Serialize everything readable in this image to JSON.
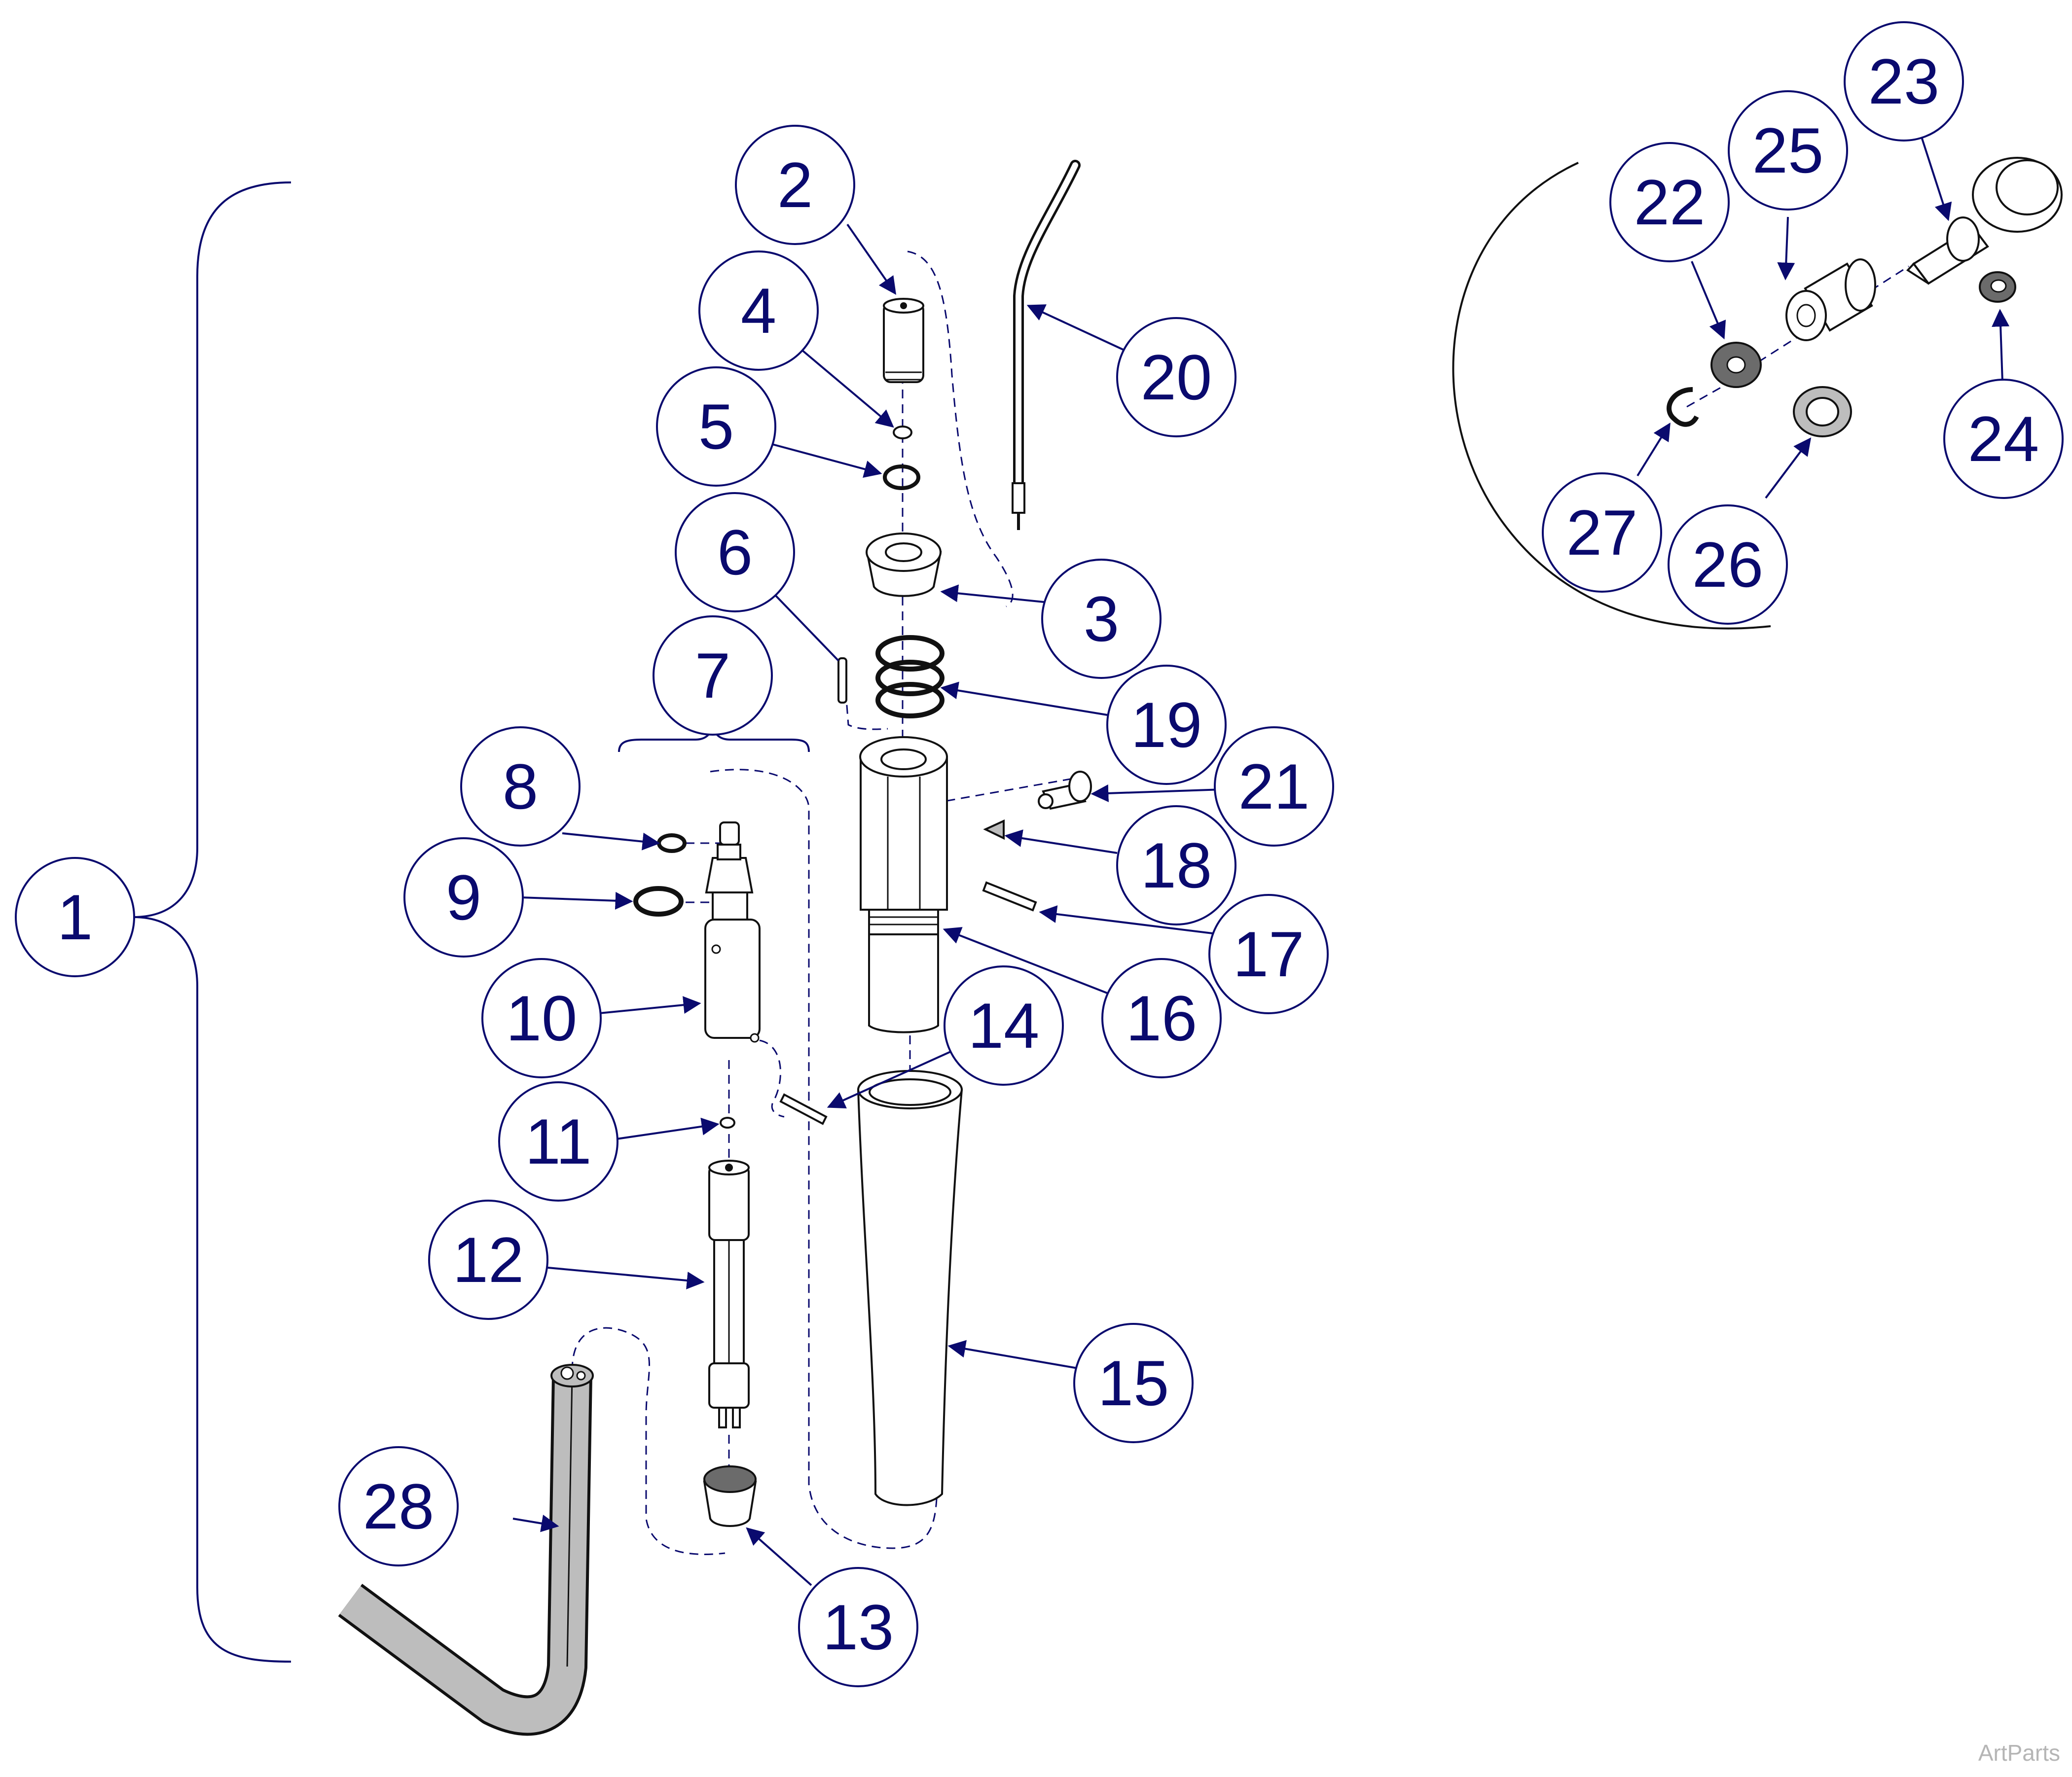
{
  "callouts": [
    "1",
    "2",
    "3",
    "4",
    "5",
    "6",
    "7",
    "8",
    "9",
    "10",
    "11",
    "12",
    "13",
    "14",
    "15",
    "16",
    "17",
    "18",
    "19",
    "20",
    "21",
    "22",
    "23",
    "24",
    "25",
    "26",
    "27",
    "28"
  ],
  "watermark": "ArtParts",
  "colors": {
    "callout": "#0a0a6e",
    "part_stroke": "#111111",
    "hose": "#bdbdbd",
    "watermark": "#b5b5b5"
  }
}
